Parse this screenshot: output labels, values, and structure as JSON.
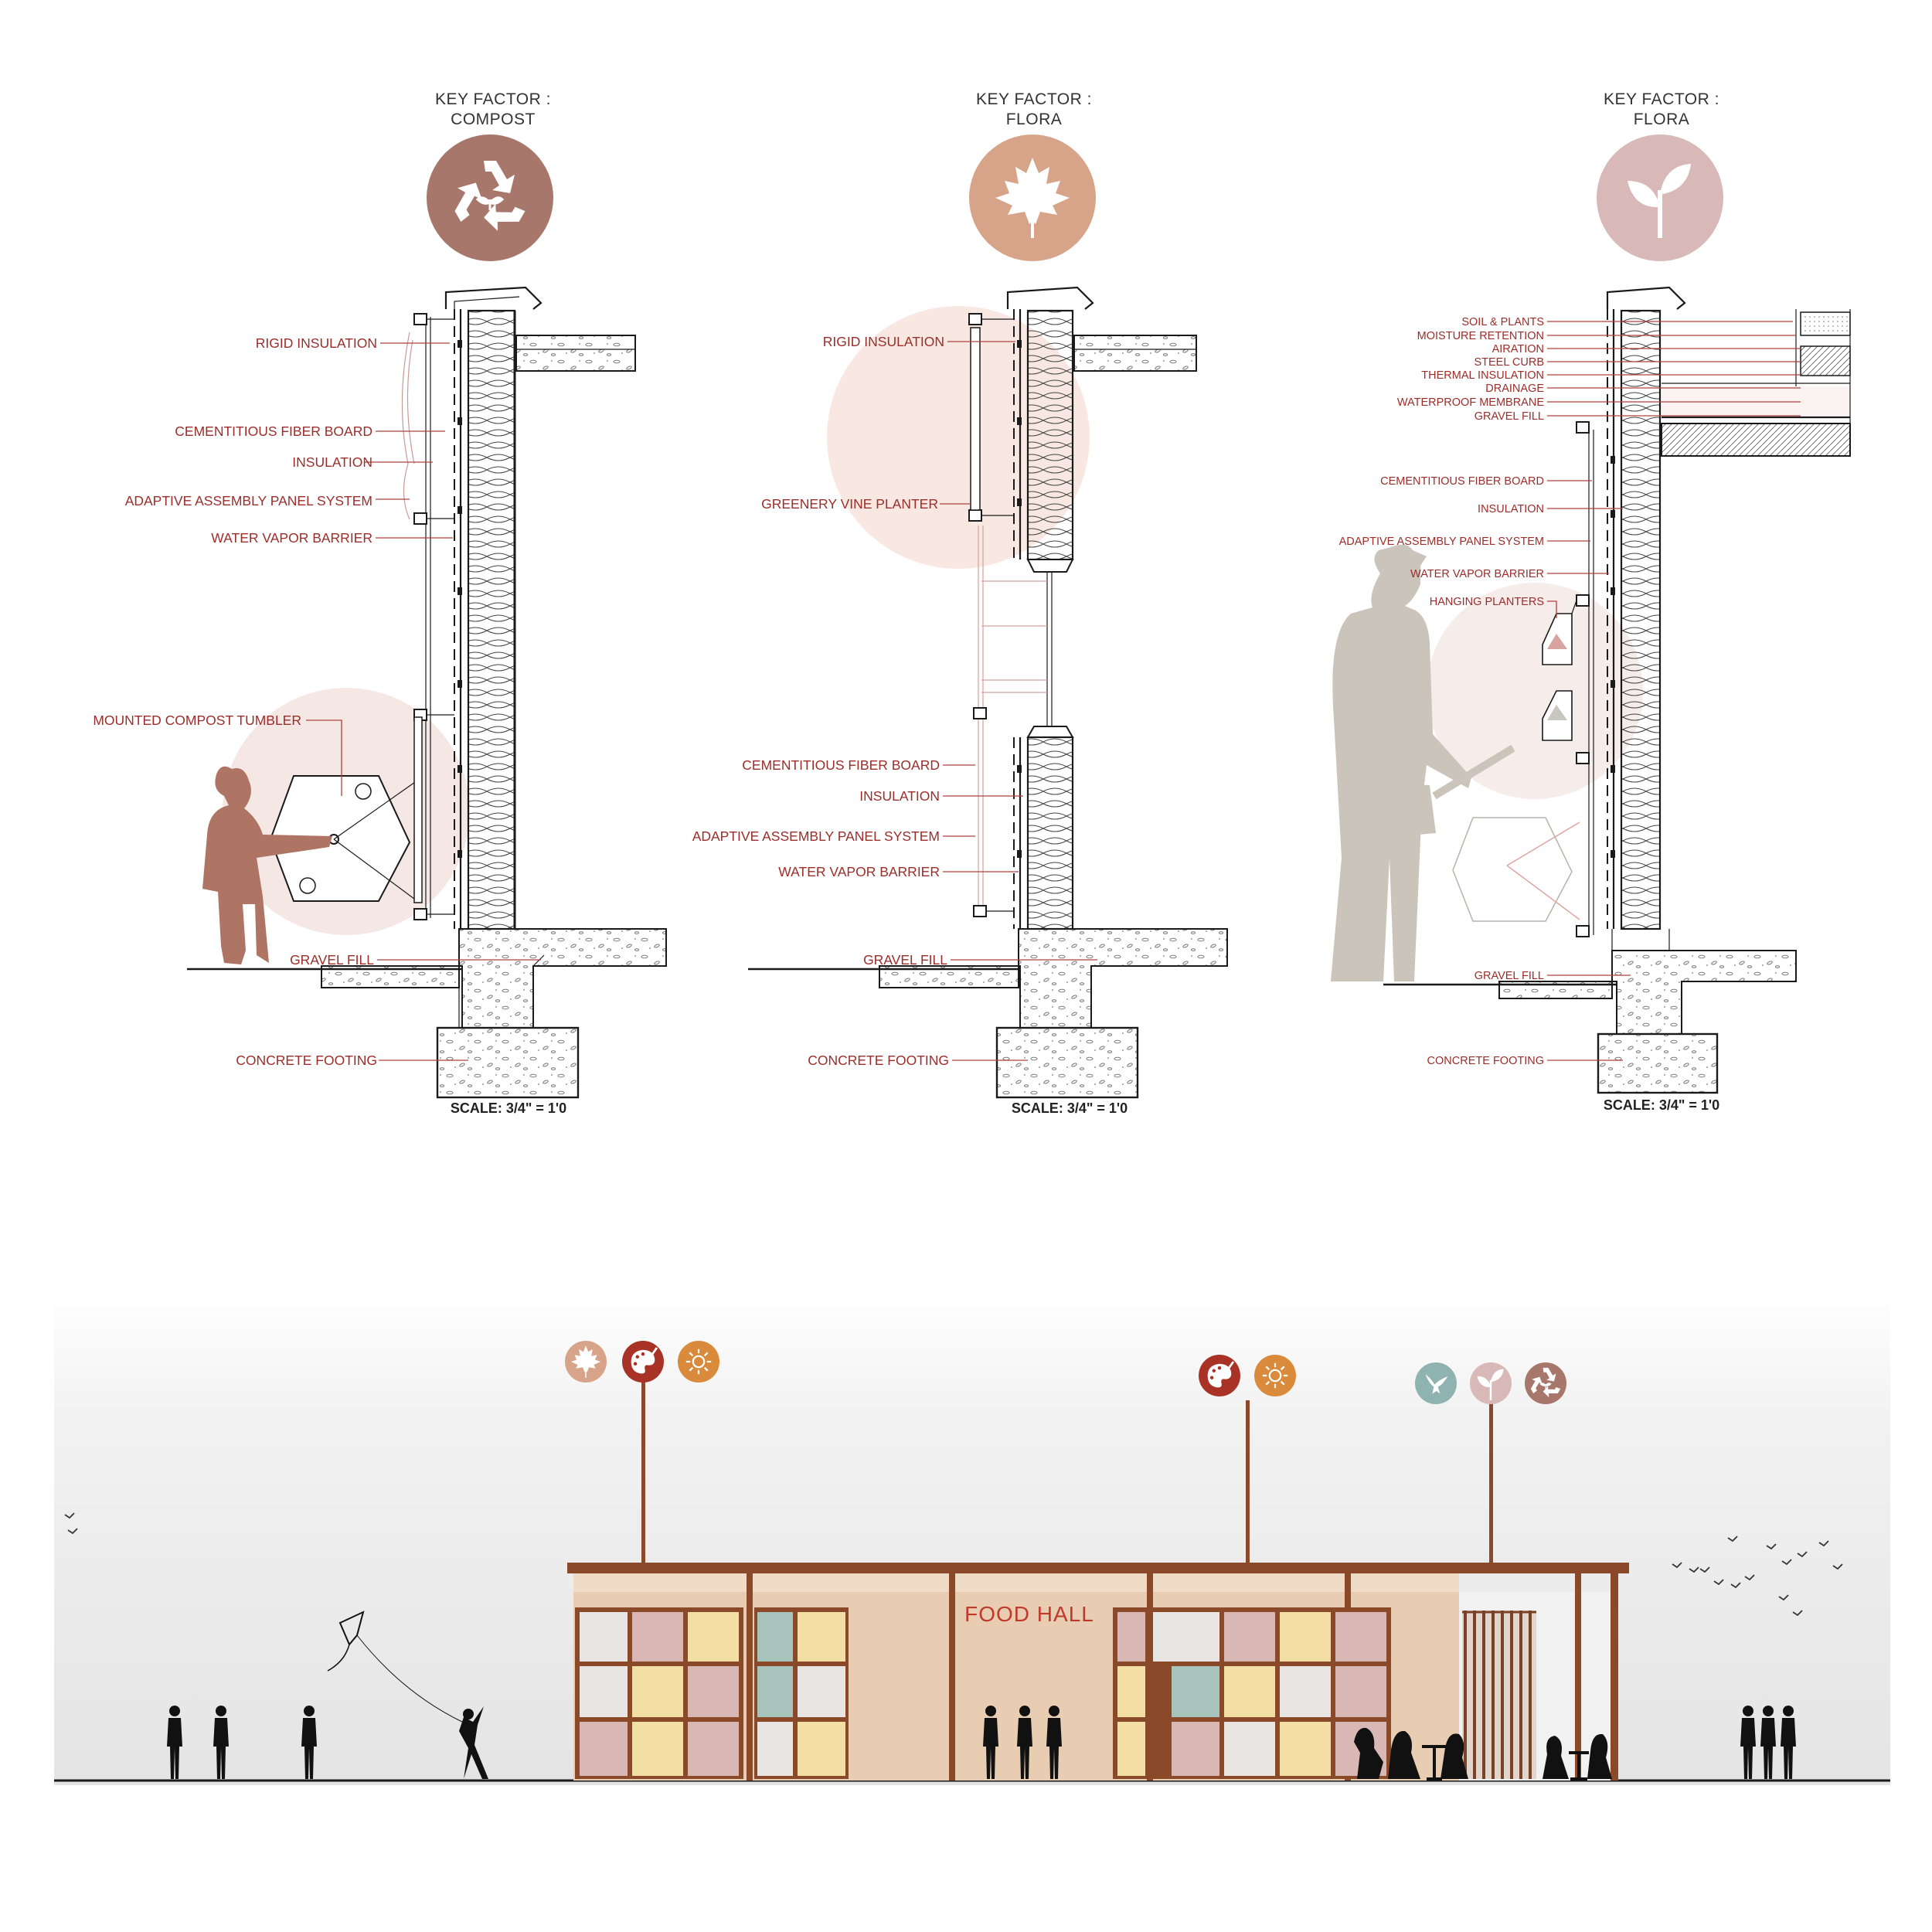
{
  "sections": [
    {
      "key_factor_line1": "KEY FACTOR :",
      "key_factor_line2": "COMPOST",
      "icon": "recycle-icon",
      "icon_color": "#a8776b",
      "scale": "SCALE: 3/4\" = 1'0",
      "labels": {
        "rigid_insulation": "RIGID INSULATION",
        "cementitious": "CEMENTITIOUS FIBER BOARD",
        "insulation": "INSULATION",
        "adaptive": "ADAPTIVE ASSEMBLY PANEL SYSTEM",
        "vapor": "WATER VAPOR BARRIER",
        "tumbler": "MOUNTED COMPOST TUMBLER",
        "gravel": "GRAVEL FILL",
        "footing": "CONCRETE FOOTING"
      }
    },
    {
      "key_factor_line1": "KEY FACTOR :",
      "key_factor_line2": "FLORA",
      "icon": "maple-leaf-icon",
      "icon_color": "#d7a489",
      "scale": "SCALE: 3/4\" = 1'0",
      "labels": {
        "rigid_insulation": "RIGID INSULATION",
        "vine": "GREENERY VINE PLANTER",
        "cementitious": "CEMENTITIOUS FIBER BOARD",
        "insulation": "INSULATION",
        "adaptive": "ADAPTIVE ASSEMBLY PANEL SYSTEM",
        "vapor": "WATER VAPOR BARRIER",
        "gravel": "GRAVEL FILL",
        "footing": "CONCRETE FOOTING"
      }
    },
    {
      "key_factor_line1": "KEY FACTOR :",
      "key_factor_line2": "FLORA",
      "icon": "seedling-icon",
      "icon_color": "#d8b9b7",
      "scale": "SCALE: 3/4\" = 1'0",
      "labels": {
        "soil": "SOIL & PLANTS",
        "moisture": "MOISTURE RETENTION",
        "airation": "AIRATION",
        "steel_curb": "STEEL CURB",
        "thermal": "THERMAL INSULATION",
        "drainage": "DRAINAGE",
        "membrane": "WATERPROOF MEMBRANE",
        "gravel_top": "GRAVEL FILL",
        "cementitious": "CEMENTITIOUS FIBER BOARD",
        "insulation": "INSULATION",
        "adaptive": "ADAPTIVE ASSEMBLY PANEL SYSTEM",
        "vapor": "WATER VAPOR BARRIER",
        "hanging": "HANGING PLANTERS",
        "gravel": "GRAVEL FILL",
        "footing": "CONCRETE FOOTING"
      }
    }
  ],
  "elevation": {
    "sign": "FOOD HALL",
    "pole_groups": [
      {
        "icons": [
          "maple-leaf-icon",
          "palette-icon",
          "sun-icon"
        ],
        "colors": [
          "#d7a489",
          "#a93226",
          "#d98a3a"
        ]
      },
      {
        "icons": [
          "palette-icon",
          "sun-icon"
        ],
        "colors": [
          "#a93226",
          "#d98a3a"
        ]
      },
      {
        "icons": [
          "hummingbird-icon",
          "seedling-icon",
          "recycle-icon"
        ],
        "colors": [
          "#8fb3b1",
          "#d8b9b7",
          "#a8776b"
        ]
      }
    ]
  },
  "colors": {
    "accent_red": "#9b2d2a",
    "pink": "#d8b7b5",
    "yellow": "#f3dfa4",
    "teal": "#a9c3bd",
    "light_grey": "#e9e5e2",
    "beige_wall": "#e9cdb3",
    "frame_brown": "#8a4a2a"
  }
}
